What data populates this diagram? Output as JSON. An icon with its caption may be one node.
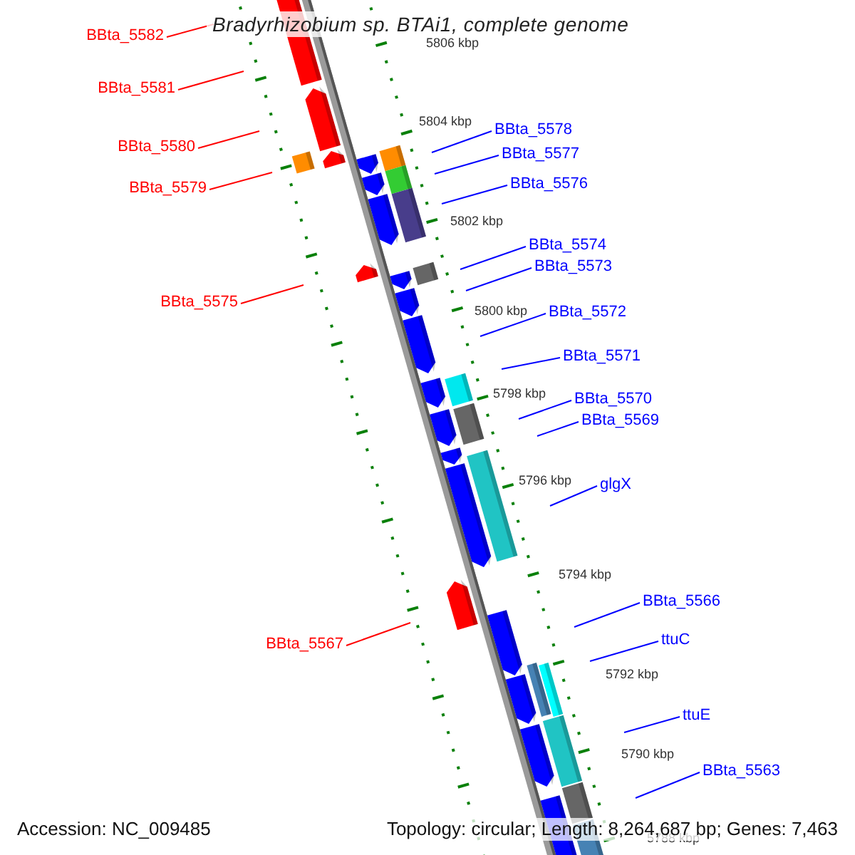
{
  "diagram": {
    "title": "Bradyrhizobium sp. BTAi1, complete genome",
    "nodes": [
      {
        "text": [
          "BBta_5582"
        ]
      },
      {
        "text": [
          "BBta_5581"
        ]
      },
      {
        "text": [
          "BBta_5578"
        ]
      },
      {
        "text": [
          "BBta_5580"
        ]
      },
      {
        "text": [
          "BBta_5577"
        ]
      },
      {
        "text": [
          "BBta_5576"
        ]
      },
      {
        "text": [
          "BBta_5579"
        ]
      },
      {
        "text": [
          "BBta_5574"
        ]
      },
      {
        "text": [
          "BBta_5573"
        ]
      },
      {
        "text": [
          "BBta_5575"
        ]
      },
      {
        "text": [
          "BBta_5572"
        ]
      },
      {
        "text": [
          "BBta_5571"
        ]
      },
      {
        "text": [
          "BBta_5570"
        ]
      },
      {
        "text": [
          "BBta_5569"
        ]
      },
      {
        "text": [
          "glgX"
        ]
      },
      {
        "text": [
          "BBta_5566"
        ]
      },
      {
        "text": [
          "BBta_5567"
        ]
      },
      {
        "text": [
          "ttuC"
        ]
      },
      {
        "text": [
          "ttuE"
        ]
      },
      {
        "text": [
          "BBta_5563"
        ]
      }
    ],
    "edges": [
      {
        "from": 0,
        "to": null,
        "arrow": "none",
        "color": "#ff0000"
      },
      {
        "from": 1,
        "to": null,
        "arrow": "none",
        "color": "#ff0000"
      },
      {
        "from": 2,
        "to": null,
        "arrow": "none"
      },
      {
        "from": 3,
        "to": null,
        "arrow": "none",
        "color": "#ff0000"
      },
      {
        "from": 4,
        "to": null,
        "arrow": "none"
      },
      {
        "from": 5,
        "to": null,
        "arrow": "none"
      },
      {
        "from": 6,
        "to": null,
        "arrow": "none",
        "color": "#ff0000"
      },
      {
        "from": 7,
        "to": null,
        "arrow": "none"
      },
      {
        "from": 8,
        "to": null,
        "arrow": "none"
      },
      {
        "from": 9,
        "to": null,
        "arrow": "none",
        "color": "#ff0000"
      },
      {
        "from": 10,
        "to": null,
        "arrow": "none"
      },
      {
        "from": 11,
        "to": null,
        "arrow": "none"
      },
      {
        "from": 12,
        "to": null,
        "arrow": "none"
      },
      {
        "from": 13,
        "to": null,
        "arrow": "none"
      },
      {
        "from": 14,
        "to": null,
        "arrow": "none"
      },
      {
        "from": 15,
        "to": null,
        "arrow": "none"
      },
      {
        "from": 16,
        "to": null,
        "arrow": "none",
        "color": "#ff0000"
      },
      {
        "from": 17,
        "to": null,
        "arrow": "none"
      },
      {
        "from": 18,
        "to": null,
        "arrow": "none"
      },
      {
        "from": 19,
        "to": null,
        "arrow": "none"
      }
    ],
    "labels": [
      "5806 kbp",
      "5804 kbp",
      "5802 kbp",
      "5800 kbp",
      "5798 kbp",
      "5796 kbp",
      "5794 kbp",
      "5792 kbp",
      "5790 kbp",
      "5788 kbp",
      "Accession: NC_009485",
      "Topology: circular; Length: 8,264,687 bp; Genes: 7,463"
    ]
  }
}
